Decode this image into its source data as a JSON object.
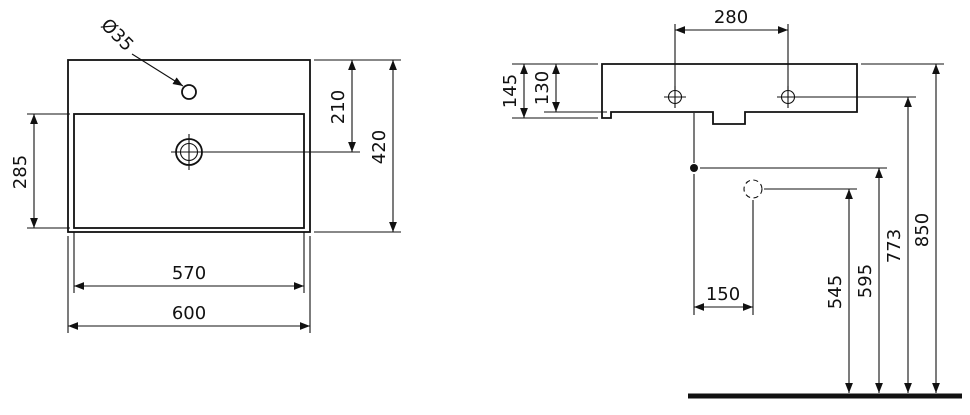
{
  "drawing": {
    "plan_view": {
      "tap_hole_label": "Ø35",
      "dim_tap_to_drain": "210",
      "dim_overall_depth": "420",
      "dim_bowl_depth": "285",
      "dim_bowl_width": "570",
      "dim_overall_width": "600"
    },
    "elevation_view": {
      "dim_fixing_centres": "280",
      "dim_edge_height": "145",
      "dim_body_height": "130",
      "dim_supply_offset": "150",
      "dim_trap_height": "545",
      "dim_supply_height": "595",
      "dim_fixing_height": "773",
      "dim_rim_height": "850"
    },
    "colors": {
      "line": "#111111",
      "background": "#ffffff"
    }
  }
}
